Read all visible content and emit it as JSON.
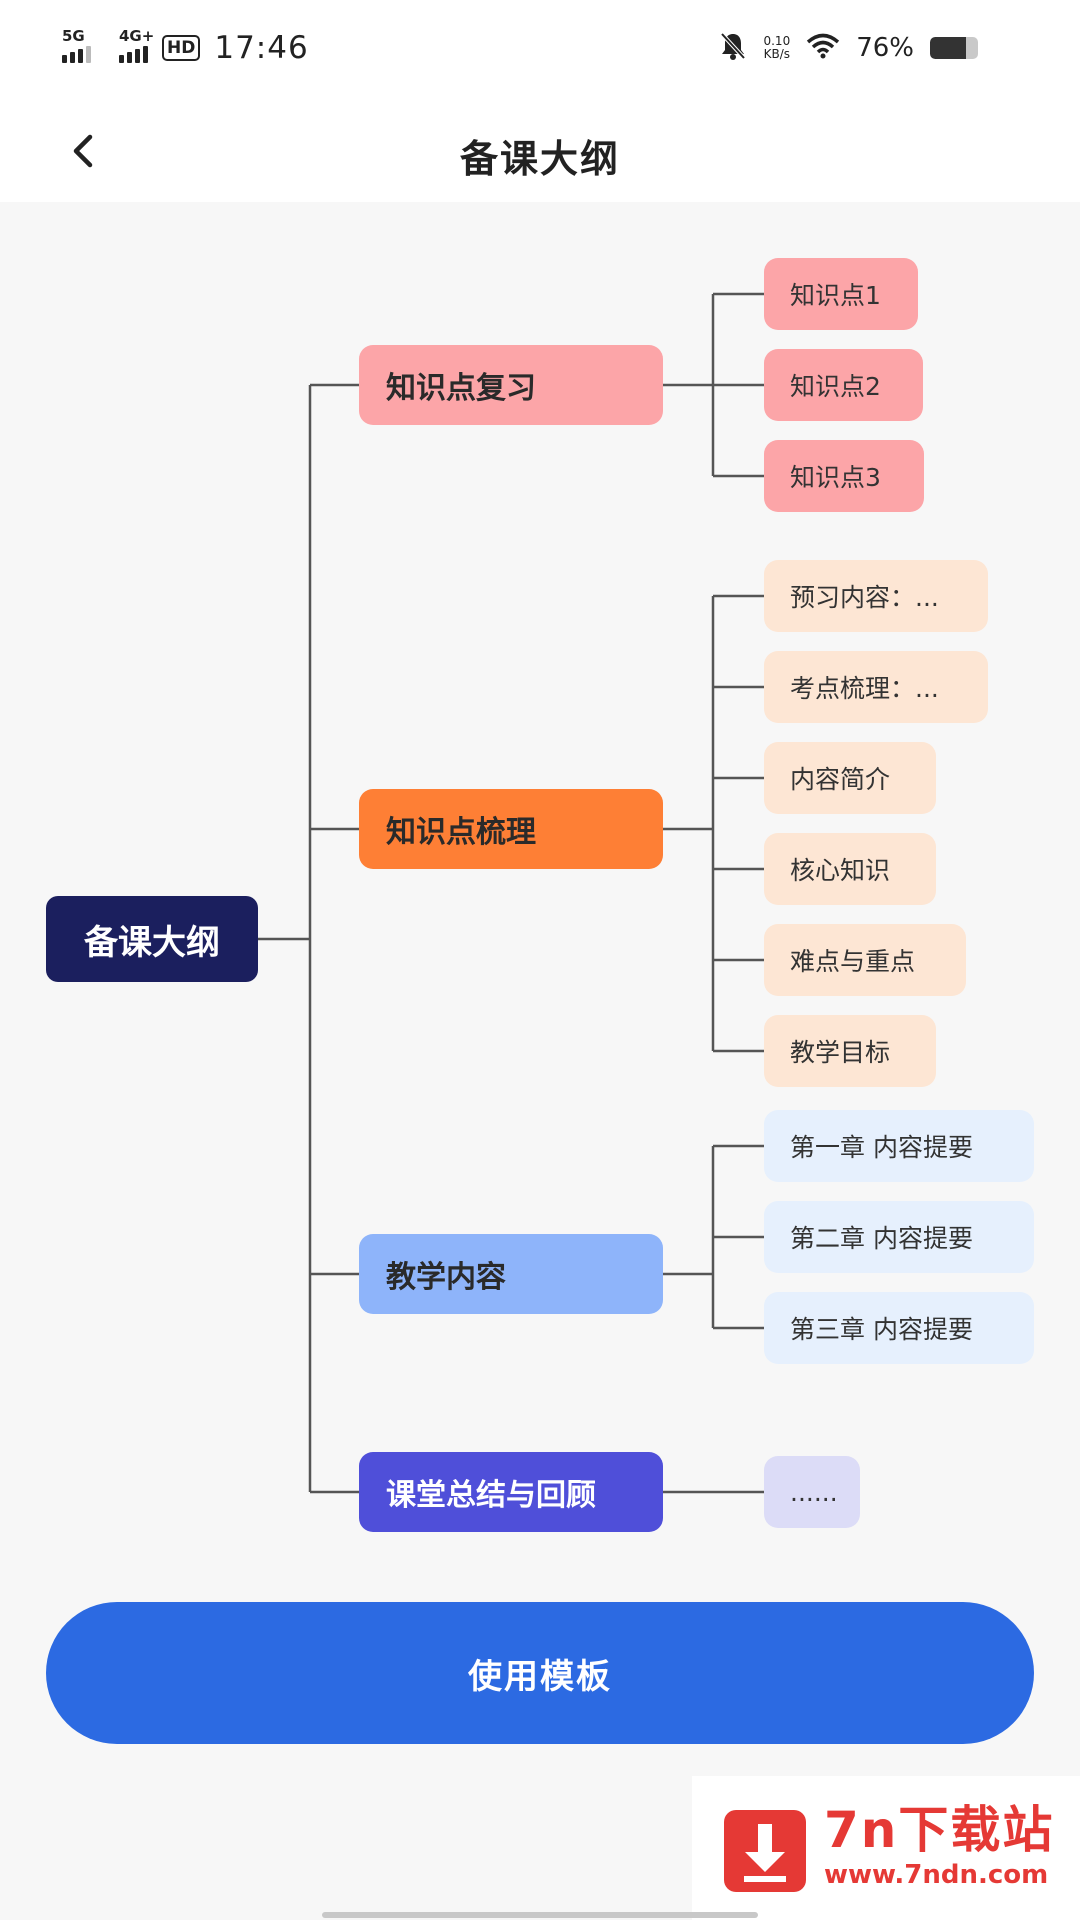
{
  "status_bar": {
    "signal1_label": "5G",
    "signal2_label": "4G+",
    "hd_label": "HD",
    "time": "17:46",
    "net_speed_value": "0.10",
    "net_speed_unit": "KB/s",
    "battery_text": "76%",
    "battery_level": 0.76
  },
  "nav": {
    "back_icon": "chevron-left-icon",
    "title": "备课大纲"
  },
  "mindmap": {
    "root": "备课大纲",
    "branches": [
      {
        "label": "知识点复习",
        "color": "#fca5a8",
        "leaf_color": "#fca5a8",
        "leaves": [
          "知识点1",
          "知识点2",
          "知识点3"
        ]
      },
      {
        "label": "知识点梳理",
        "color": "#fe7f35",
        "leaf_color": "#fde6d4",
        "leaves": [
          "预习内容：...",
          "考点梳理：...",
          "内容简介",
          "核心知识",
          "难点与重点",
          "教学目标"
        ]
      },
      {
        "label": "教学内容",
        "color": "#8eb4fa",
        "leaf_color": "#e6f0fd",
        "leaves": [
          "第一章 内容提要",
          "第二章 内容提要",
          "第三章 内容提要"
        ]
      },
      {
        "label": "课堂总结与回顾",
        "color": "#4f4fd9",
        "text_color": "#ffffff",
        "leaf_color": "#dcdcf7",
        "leaves": [
          "......"
        ]
      }
    ]
  },
  "action": {
    "use_template_label": "使用模板"
  },
  "watermark": {
    "title": "7n下载站",
    "url": "www.7ndn.com",
    "color": "#e53935"
  }
}
